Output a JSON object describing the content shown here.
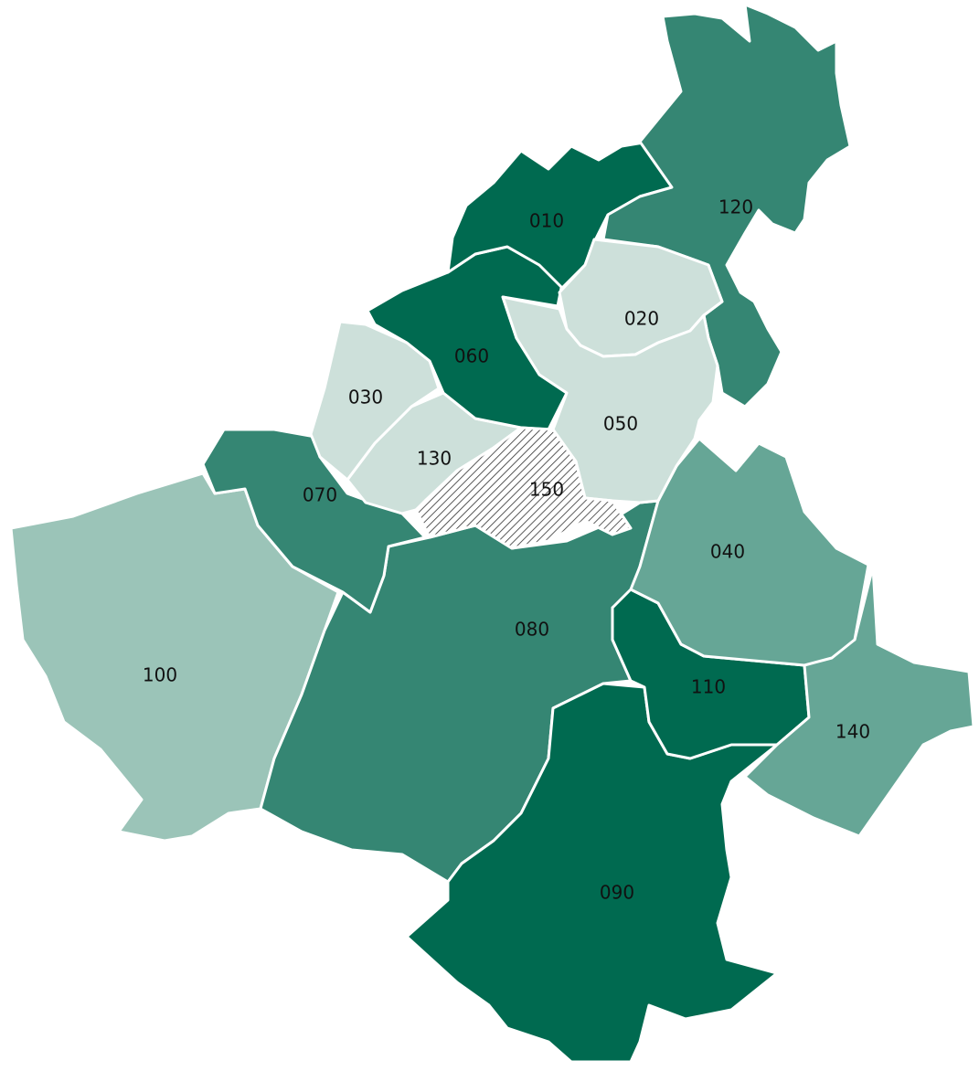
{
  "colors": {
    "level_1": "#cde0da",
    "level_2": "#9bc4b8",
    "level_3": "#66a696",
    "level_4": "#358673",
    "level_5": "#006a50",
    "hatched_stroke": "#333333",
    "border": "#ffffff"
  },
  "districts": [
    {
      "code": "010",
      "level": 5
    },
    {
      "code": "020",
      "level": 1
    },
    {
      "code": "030",
      "level": 1
    },
    {
      "code": "040",
      "level": 3
    },
    {
      "code": "050",
      "level": 1
    },
    {
      "code": "060",
      "level": 5
    },
    {
      "code": "070",
      "level": 4
    },
    {
      "code": "080",
      "level": 4
    },
    {
      "code": "090",
      "level": 5
    },
    {
      "code": "100",
      "level": 2
    },
    {
      "code": "110",
      "level": 5
    },
    {
      "code": "120",
      "level": 4
    },
    {
      "code": "130",
      "level": 1
    },
    {
      "code": "140",
      "level": 3
    },
    {
      "code": "150",
      "level": "hatched"
    }
  ]
}
